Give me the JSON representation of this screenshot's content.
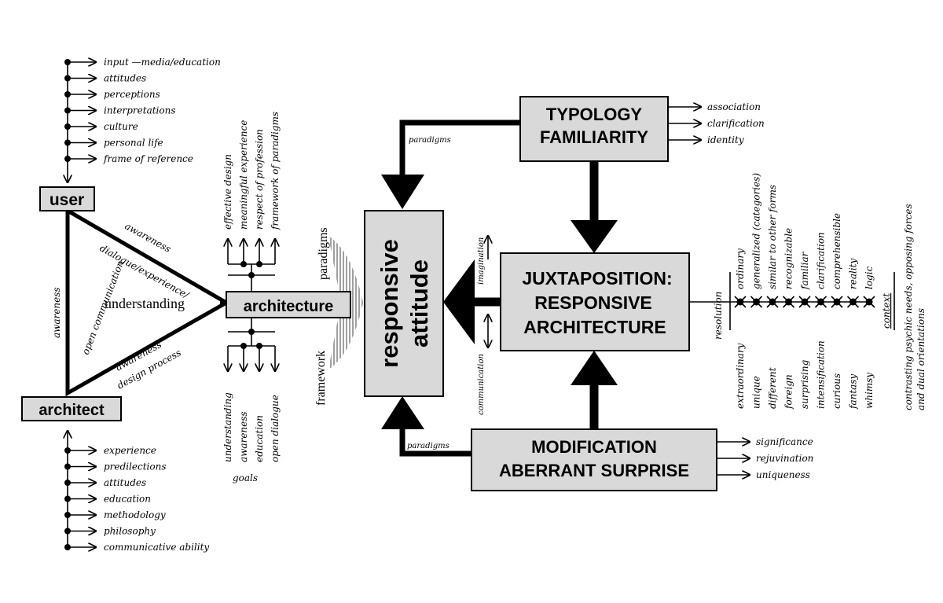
{
  "boxes": {
    "user": "user",
    "architect": "architect",
    "architecture": "architecture",
    "responsive_line1": "responsive",
    "responsive_line2": "attitude",
    "typology_line1": "TYPOLOGY",
    "typology_line2": "FAMILIARITY",
    "juxta_line1": "JUXTAPOSITION:",
    "juxta_line2": "RESPONSIVE",
    "juxta_line3": "ARCHITECTURE",
    "mod_line1": "MODIFICATION",
    "mod_line2": "ABERRANT  SURPRISE"
  },
  "user_inputs": [
    "input —media/education",
    "attitudes",
    "perceptions",
    "interpretations",
    "culture",
    "personal life",
    "frame of reference"
  ],
  "architect_inputs": [
    "experience",
    "predilections",
    "attitudes",
    "education",
    "methodology",
    "philosophy",
    "communicative ability"
  ],
  "triangle": {
    "center": "understanding",
    "left_side": "awareness",
    "inner_left": "open communication",
    "top_side": "awareness",
    "top_inner": "dialogue/experience/",
    "bottom_inner": "awareness",
    "bottom_side": "design process"
  },
  "architecture_top": [
    "effective design",
    "meaningful experience",
    "respect of profession",
    "framework of paradigms"
  ],
  "architecture_bottom": [
    "understanding",
    "awareness",
    "education",
    "open dialogue"
  ],
  "goals_label": "goals",
  "framework_label": "framework",
  "paradigms_label": "paradigms",
  "arrow_labels": {
    "top_paradigms": "paradigms",
    "bottom_paradigms": "paradigms",
    "imagination": "imagination",
    "communication": "communication"
  },
  "typology_outputs": [
    "association",
    "clarification",
    "identity"
  ],
  "modification_outputs": [
    "significance",
    "rejuvination",
    "uniqueness"
  ],
  "resolution_label": "resolution",
  "context_label": "context",
  "top_terms": [
    "ordinary",
    "generalized (categories)",
    "similar to other forms",
    "recognizable",
    "familiar",
    "clarification",
    "comprehensible",
    "reality",
    "logic"
  ],
  "bottom_terms": [
    "extraordinary",
    "unique",
    "different",
    "foreign",
    "surprising",
    "intensification",
    "curious",
    "fantasy",
    "whimsy"
  ],
  "context_notes": [
    "contrasting psychic needs, opposing forces",
    "and dual orientations"
  ]
}
